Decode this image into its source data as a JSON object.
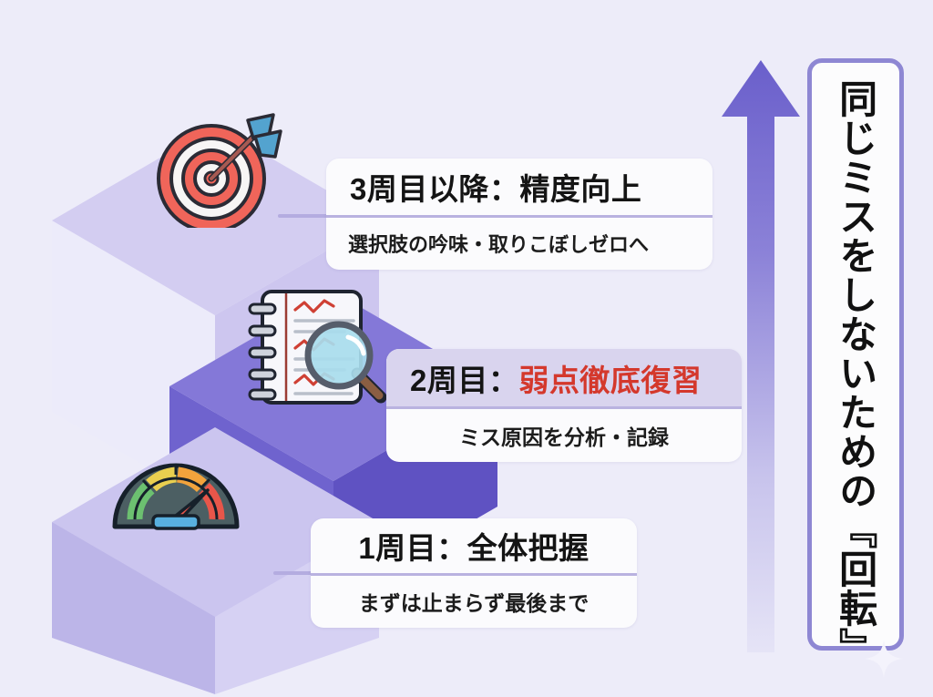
{
  "theme": {
    "background": "#edecf9",
    "accent_purple": "#6f63ce",
    "light_purple": "#cfc9ee",
    "panel_border": "#8e87d3",
    "accent_red": "#d4382c",
    "card_bg": "#fbfbfd",
    "divider": "#b9b2e0",
    "highlight_band": "#d9d4ee"
  },
  "vertical_title": {
    "text": "同じミスをしないための『回転』",
    "name": "vertical-heading"
  },
  "arrow": {
    "direction": "up",
    "label": "upward-progress-arrow"
  },
  "steps": [
    {
      "id": "step3",
      "order": 3,
      "title": "3周目以降：精度向上",
      "subtitle": "選択肢の吟味・取りこぼしゼロへ",
      "icon": "target-icon",
      "highlighted": false
    },
    {
      "id": "step2",
      "order": 2,
      "title_prefix": "2周目：",
      "title_accent": "弱点徹底復習",
      "subtitle": "ミス原因を分析・記録",
      "icon": "notebook-magnifier-icon",
      "highlighted": true
    },
    {
      "id": "step1",
      "order": 1,
      "title": "1周目：全体把握",
      "subtitle": "まずは止まらず最後まで",
      "icon": "speedometer-icon",
      "highlighted": false
    }
  ],
  "decorations": {
    "sparkle": "sparkle-icon"
  }
}
